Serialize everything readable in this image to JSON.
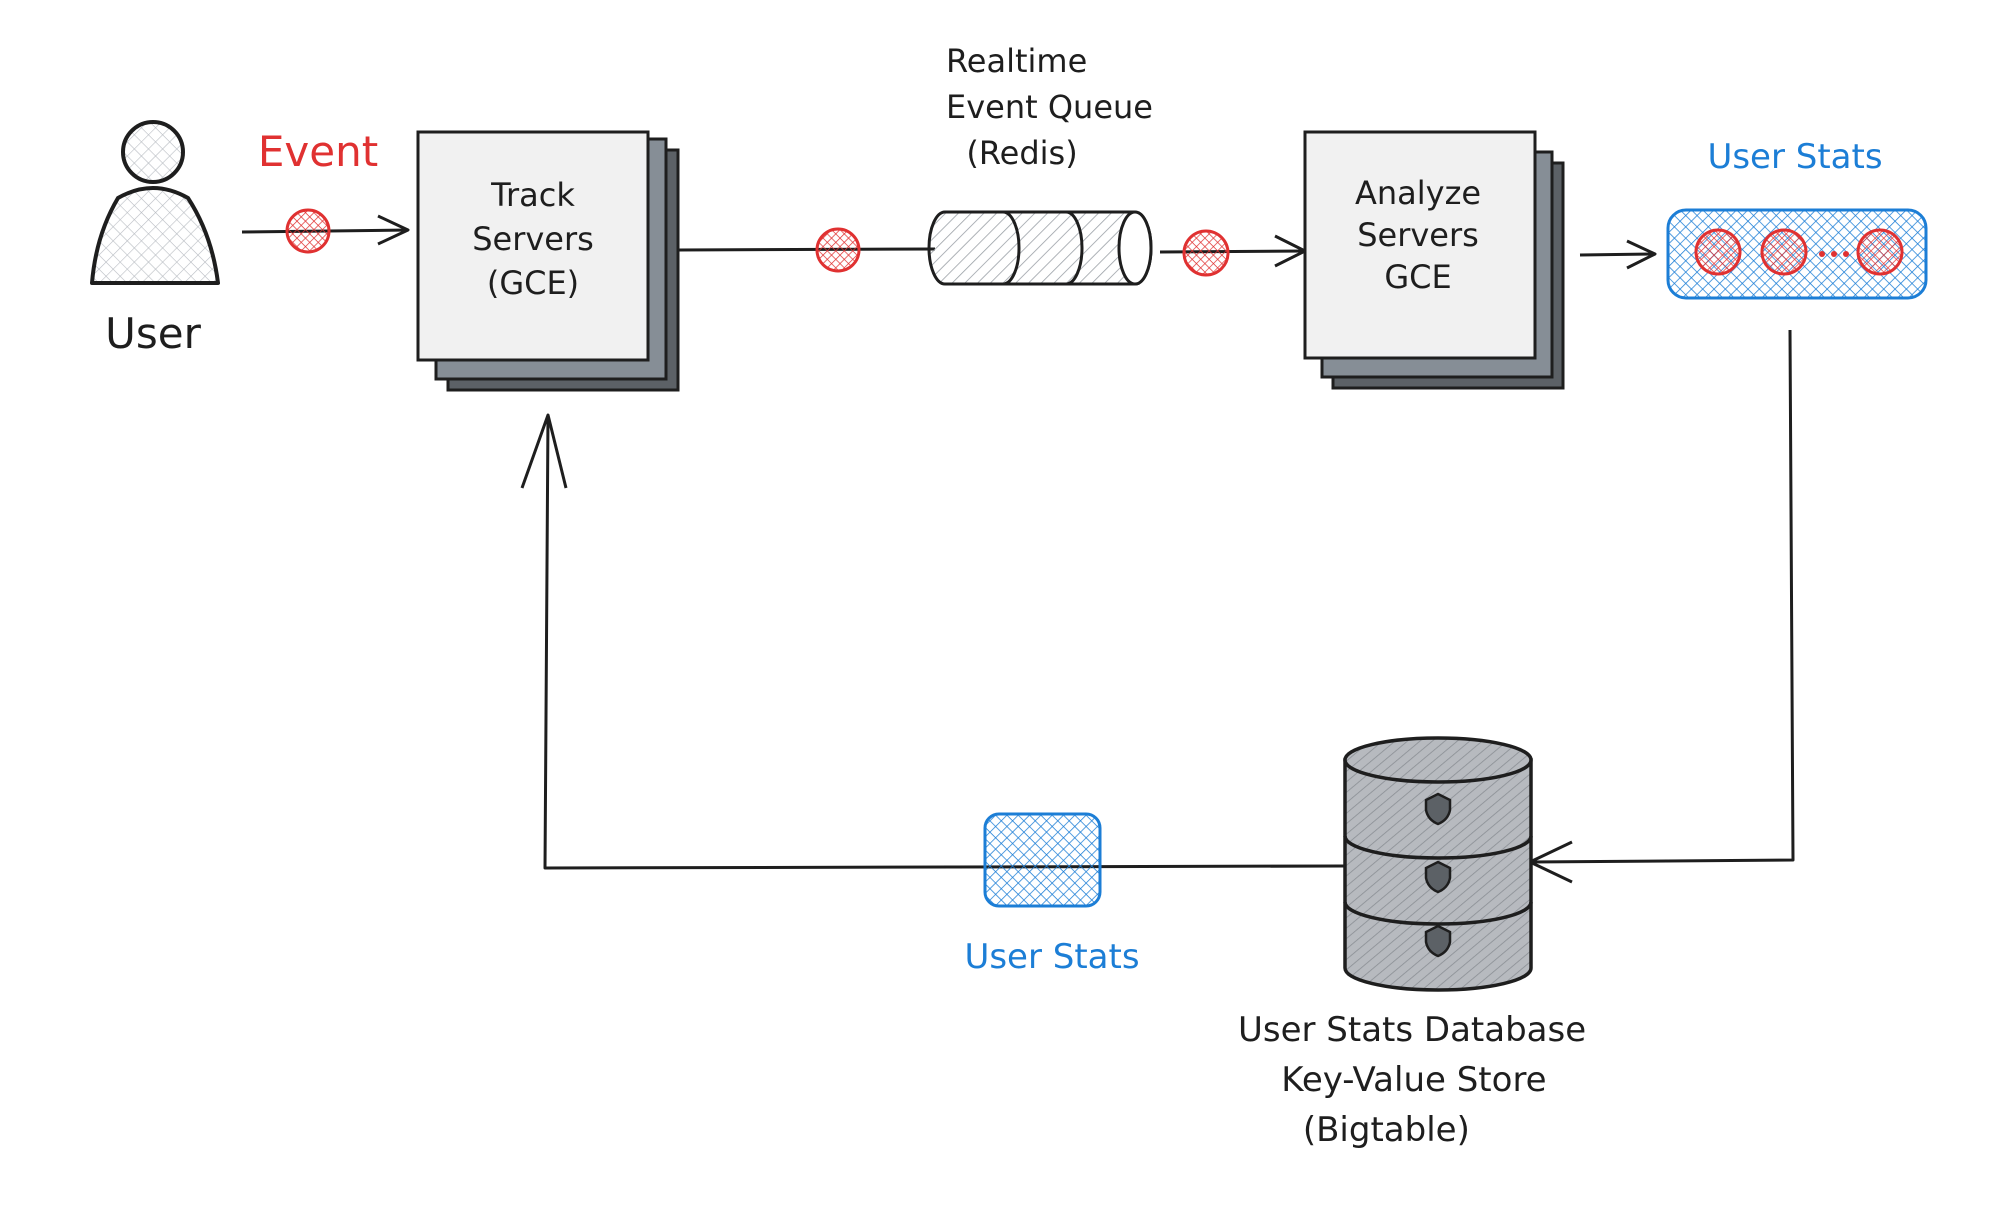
{
  "labels": {
    "user": "User",
    "event": "Event",
    "track_servers": "Track\nServers\n(GCE)",
    "queue": "Realtime\nEvent Queue\n  (Redis)",
    "analyze_servers": "Analyze\nServers\nGCE",
    "user_stats_top": "User Stats",
    "user_stats_bottom": "User Stats",
    "database": "User Stats Database\n    Key-Value Store\n      (Bigtable)"
  },
  "colors": {
    "ink": "#1e1e1e",
    "event_red": "#e03131",
    "stats_blue": "#1c7ed6",
    "server_fill": "#f1f1f1",
    "server_shadow": "#868e96",
    "db_fill": "#a5a8ad",
    "user_fill": "#e6e6e6"
  },
  "icons": {
    "user": "person-icon",
    "event": "event-dot-icon",
    "queue": "cylinder-queue-icon",
    "database": "database-icon"
  }
}
